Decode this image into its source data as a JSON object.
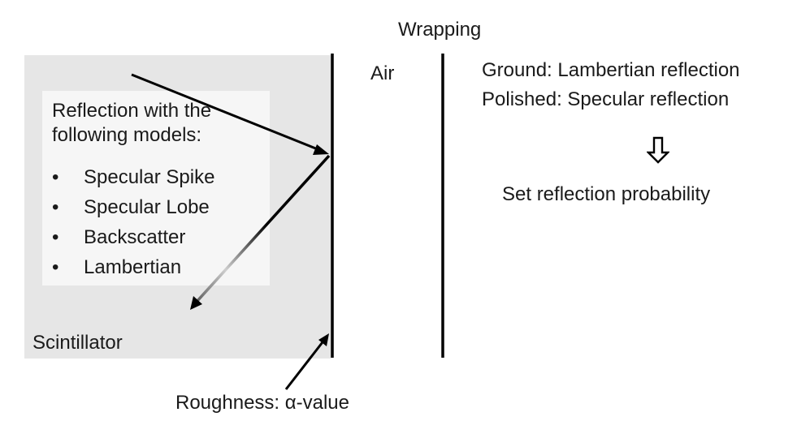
{
  "diagram": {
    "wrapping_title": "Wrapping",
    "air_label": "Air",
    "scintillator_label": "Scintillator",
    "models": {
      "heading": "Reflection with the following models:",
      "bullet_glyph": "•",
      "items": [
        "Specular Spike",
        "Specular Lobe",
        "Backscatter",
        "Lambertian"
      ]
    },
    "surface_types": {
      "ground": "Ground: Lambertian reflection",
      "polished": "Polished: Specular reflection"
    },
    "result": "Set reflection probability",
    "roughness_label": "Roughness: α-value",
    "colors": {
      "scintillator_fill": "#e6e6e6",
      "models_panel_fill": "#f6f6f6",
      "line": "#000000",
      "reflected_ray_gradient_start": "#000000",
      "reflected_ray_gradient_end": "#cfcfcf"
    }
  }
}
